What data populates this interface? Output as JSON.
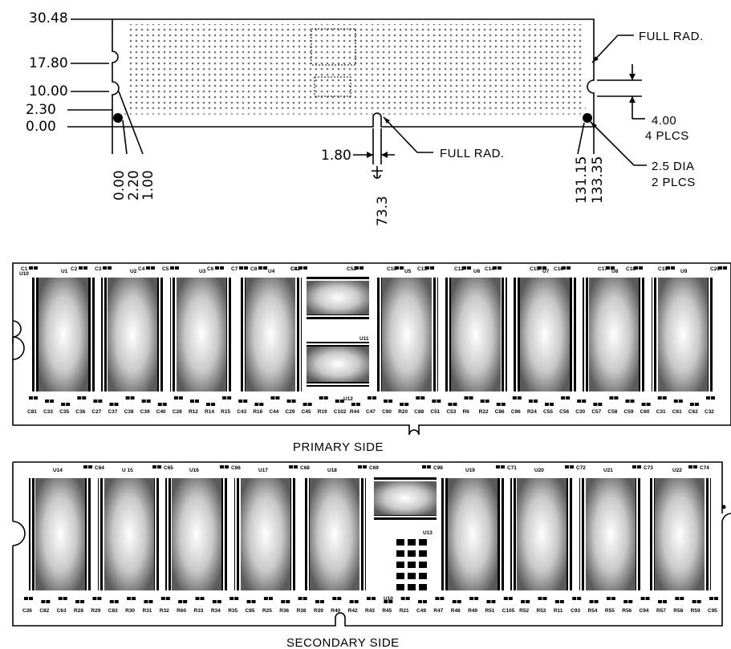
{
  "dimensions": {
    "left_y": [
      "30.48",
      "17.80",
      "10.00",
      "2.30",
      "0.00"
    ],
    "bottom_x": [
      "0.00",
      "2.20",
      "1.00"
    ],
    "gap": "1.80",
    "center": "73.3",
    "right_x": [
      "131.15",
      "133.35"
    ],
    "notch_h": "4.00",
    "notch_count": "4 PLCS",
    "hole_dia": "2.5 DIA",
    "hole_count": "2 PLCS",
    "rad_top": "FULL RAD.",
    "rad_bottom": "FULL RAD."
  },
  "sides": {
    "primary": "PRIMARY SIDE",
    "secondary": "SECONDARY SIDE"
  },
  "primary_chips": [
    "U1",
    "U2",
    "U3",
    "U4",
    "U5",
    "U6",
    "U7",
    "U8",
    "U9"
  ],
  "primary_small_chips": [
    "U10",
    "U11",
    "U12"
  ],
  "primary_caps_top": [
    "C1",
    "C2",
    "C3",
    "C4",
    "C5",
    "C6",
    "C7",
    "C8",
    "C9",
    "C42",
    "C52",
    "C10",
    "C11",
    "C12",
    "C14",
    "C15",
    "C16",
    "C17",
    "C18",
    "C19",
    "C20"
  ],
  "primary_parts_bottom": [
    "C81",
    "C33",
    "C35",
    "C36",
    "C27",
    "C37",
    "C38",
    "C39",
    "C40",
    "C28",
    "R12",
    "R14",
    "R15",
    "C43",
    "R16",
    "C44",
    "C29",
    "C45",
    "R19",
    "C102",
    "R44",
    "C47",
    "C90",
    "R20",
    "C88",
    "C51",
    "C53",
    "R6",
    "R22",
    "C86",
    "C96",
    "R24",
    "C55",
    "C56",
    "C30",
    "C57",
    "C58",
    "C59",
    "C60",
    "C31",
    "C61",
    "C62",
    "C32"
  ],
  "secondary_chips": [
    "U14",
    "U 15",
    "U16",
    "U17",
    "U18",
    "U19",
    "U20",
    "U21",
    "U22"
  ],
  "secondary_small_chips": [
    "U13",
    "U10"
  ],
  "secondary_caps_top": [
    "C64",
    "C65",
    "C66",
    "C68",
    "C69",
    "C98",
    "C71",
    "C72",
    "C73",
    "C74"
  ],
  "secondary_parts_bottom": [
    "C26",
    "C82",
    "C63",
    "R28",
    "R29",
    "C83",
    "R30",
    "R31",
    "R32",
    "R60",
    "R33",
    "R34",
    "R35",
    "C85",
    "R25",
    "R36",
    "R38",
    "R39",
    "R40",
    "R42",
    "R43",
    "R45",
    "R21",
    "C49",
    "R47",
    "R48",
    "R49",
    "R51",
    "C105",
    "R52",
    "R53",
    "R11",
    "C93",
    "R54",
    "R55",
    "R56",
    "C94",
    "R57",
    "R58",
    "R59",
    "C95"
  ]
}
